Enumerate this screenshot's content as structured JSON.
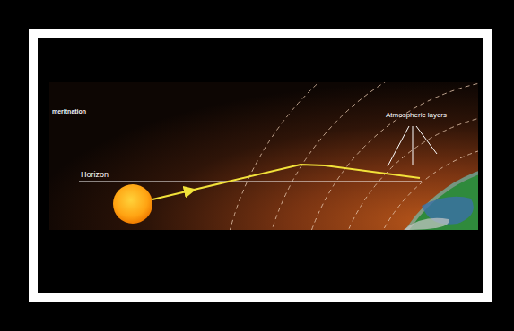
{
  "diagram": {
    "labels": [
      "meritnation",
      "Horizon",
      "Atmospheric layers"
    ]
  }
}
